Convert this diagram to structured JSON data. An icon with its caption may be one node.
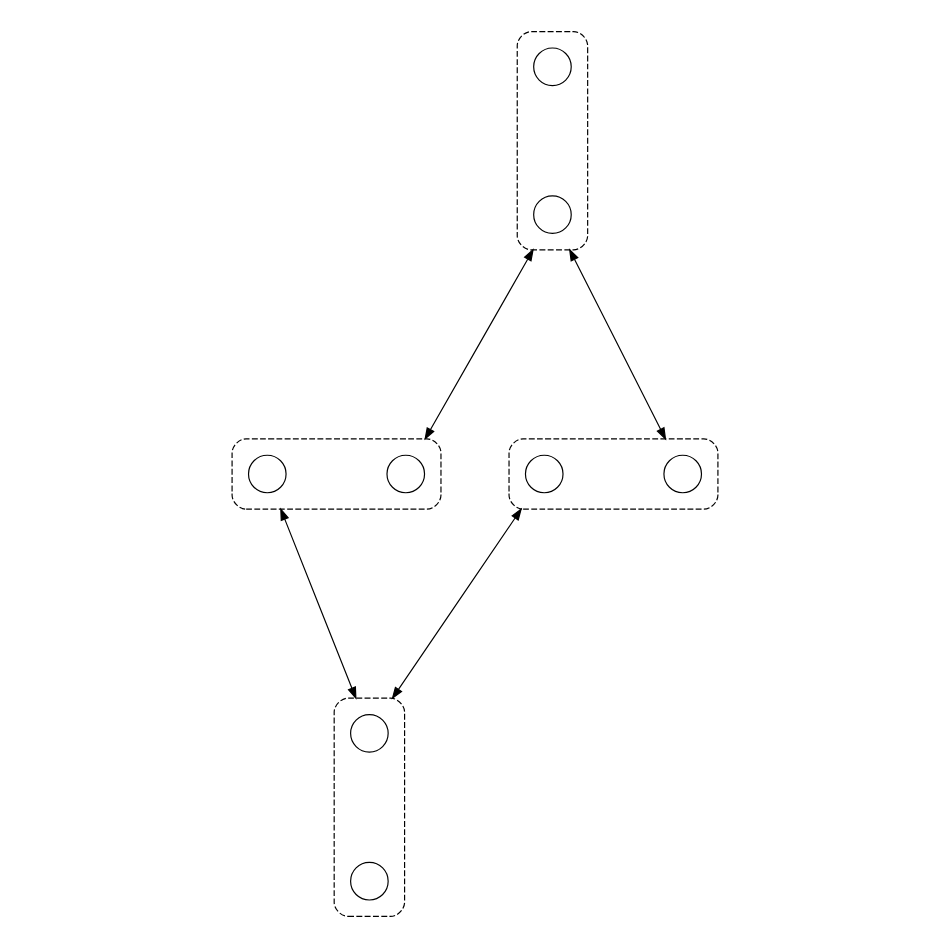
{
  "diagram": {
    "nodes": [
      {
        "text": [],
        "shape": "ellipse"
      },
      {
        "text": [],
        "shape": "circle",
        "in": 0
      },
      {
        "text": [],
        "shape": "circle",
        "in": 0
      },
      {
        "text": [],
        "shape": "ellipse"
      },
      {
        "text": [],
        "shape": "circle",
        "in": 3
      },
      {
        "text": [],
        "shape": "circle",
        "in": 3
      },
      {
        "text": [],
        "shape": "ellipse"
      },
      {
        "text": [],
        "shape": "circle",
        "in": 6
      },
      {
        "text": [],
        "shape": "circle",
        "in": 6
      },
      {
        "text": [],
        "shape": "ellipse"
      },
      {
        "text": [],
        "shape": "circle",
        "in": 9
      },
      {
        "text": [],
        "shape": "circle",
        "in": 9
      }
    ],
    "edges": [
      {
        "from": 0,
        "to": 3,
        "arrow": "both"
      },
      {
        "from": 0,
        "to": 6,
        "arrow": "both"
      },
      {
        "from": 3,
        "to": 9,
        "arrow": "both"
      },
      {
        "from": 6,
        "to": 9,
        "arrow": "both"
      }
    ]
  }
}
